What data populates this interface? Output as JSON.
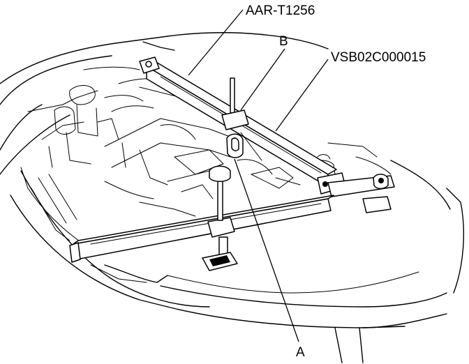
{
  "labels": {
    "tool_bar": "AAR-T1256",
    "point_b": "B",
    "tool_support": "VSB02C000015",
    "point_a": "A"
  }
}
